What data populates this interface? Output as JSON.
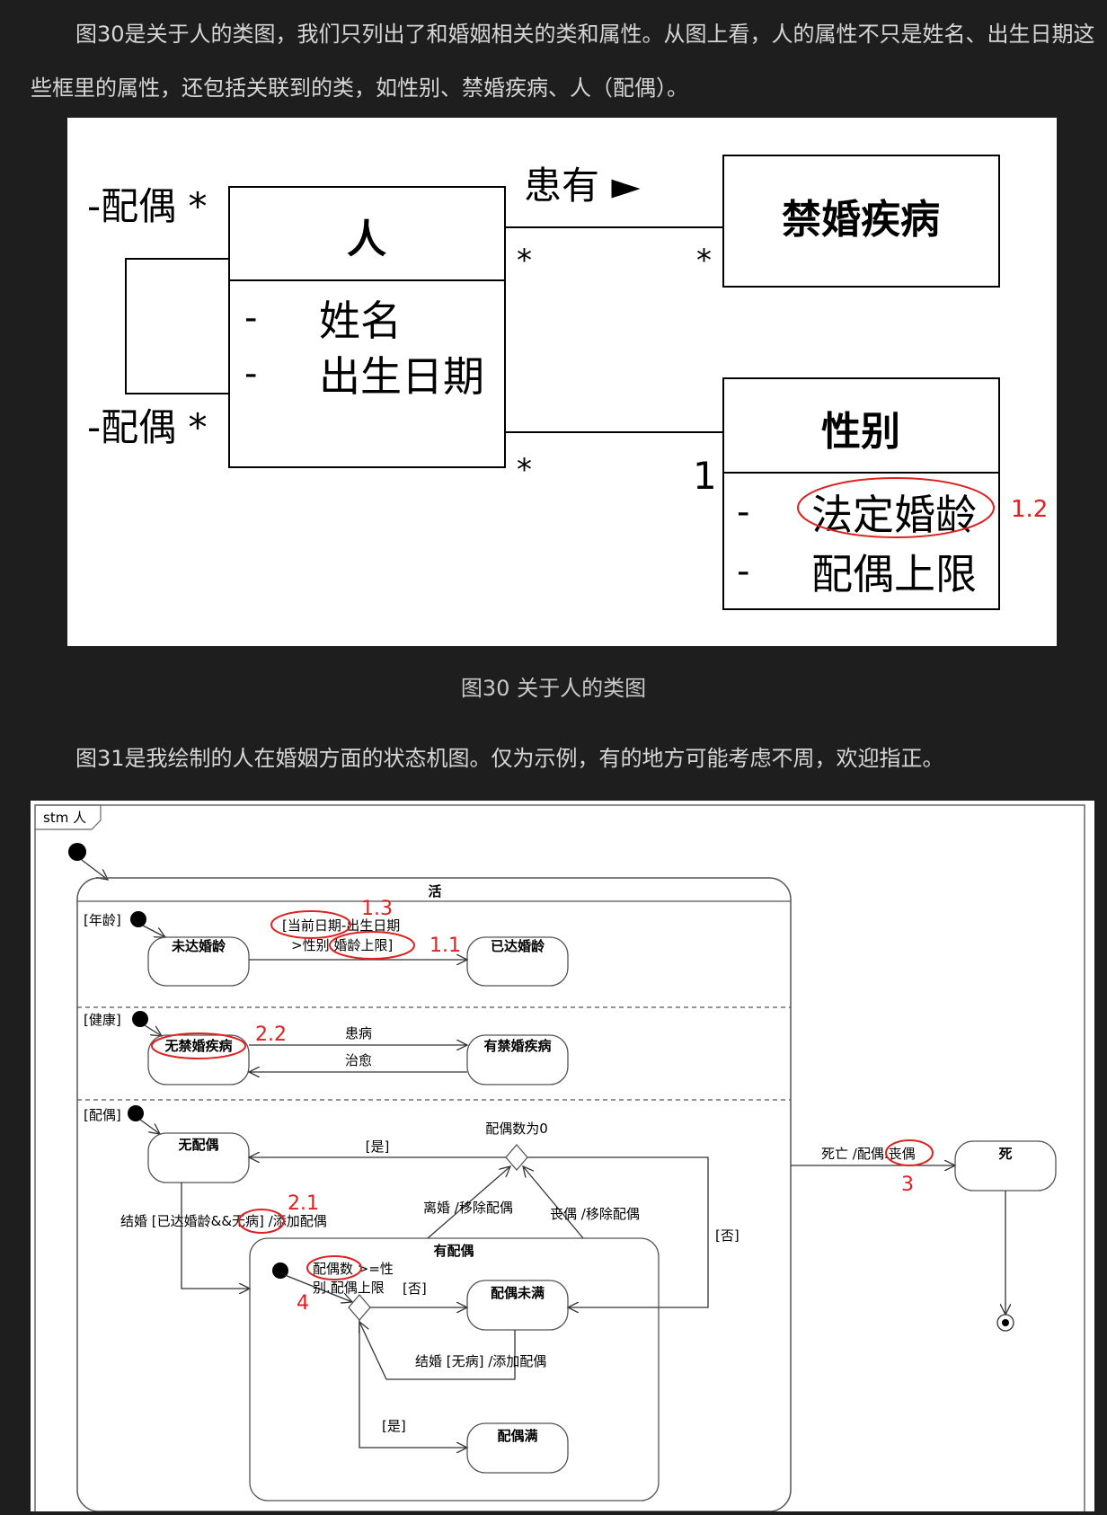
{
  "intro_paragraph": "图30是关于人的类图，我们只列出了和婚姻相关的类和属性。从图上看，人的属性不只是姓名、出生日期这些框里的属性，还包括关联到的类，如性别、禁婚疾病、人（配偶）。",
  "fig30": {
    "person_class": "人",
    "person_attrs": [
      "-",
      "姓名",
      "-",
      "出生日期"
    ],
    "self_assoc_role_top": "-配偶 *",
    "self_assoc_role_bottom": "-配偶 *",
    "disease_class": "禁婚疾病",
    "assoc_has": "患有 ►",
    "mult_person_disease_left": "*",
    "mult_person_disease_right": "*",
    "gender_class": "性别",
    "gender_attrs": [
      "-",
      "法定婚龄",
      "-",
      "配偶上限"
    ],
    "mult_person_gender_left": "*",
    "mult_person_gender_right": "1",
    "annotation": "1.2"
  },
  "caption30": "图30 关于人的类图",
  "paragraph2": "图31是我绘制的人在婚姻方面的状态机图。仅为示例，有的地方可能考虑不周，欢迎指正。",
  "fig31": {
    "frame_label": "stm 人",
    "alive_state": "活",
    "region_age": "[年龄]",
    "region_health": "[健康]",
    "region_spouse": "[配偶]",
    "state_underage": "未达婚龄",
    "state_of_age": "已达婚龄",
    "age_guard_line1": "[当前日期-出生日期",
    "age_guard_line2": ">性别.婚龄上限]",
    "state_no_disease": "无禁婚疾病",
    "state_has_disease": "有禁婚疾病",
    "trans_sick": "患病",
    "trans_cure": "治愈",
    "state_no_spouse": "无配偶",
    "choice_zero": "配偶数为0",
    "guard_yes_top": "[是]",
    "marry_label": "结婚 [已达婚龄&&无病] /添加配偶",
    "divorce_label": "离婚 /移除配偶",
    "widow_label": "丧偶 /移除配偶",
    "guard_no_right": "[否]",
    "state_has_spouse": "有配偶",
    "spouse_count_line1": "配偶数 >=性",
    "spouse_count_line2": "别.配偶上限",
    "guard_no_inner": "[否]",
    "state_not_full": "配偶未满",
    "marry_inner": "结婚 [无病] /添加配偶",
    "guard_yes_inner": "[是]",
    "state_full": "配偶满",
    "death_label": "死亡 /配偶.丧偶",
    "state_dead": "死",
    "ann_1_1": "1.1",
    "ann_1_3": "1.3",
    "ann_2_1": "2.1",
    "ann_2_2": "2.2",
    "ann_3": "3",
    "ann_4": "4"
  }
}
